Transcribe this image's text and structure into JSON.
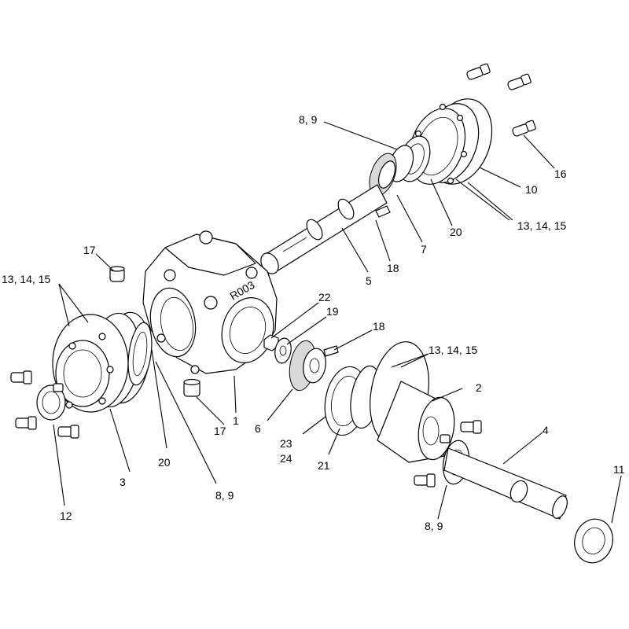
{
  "callouts": [
    {
      "id": "c-8-9-top",
      "text": "8, 9"
    },
    {
      "id": "c-16",
      "text": "16"
    },
    {
      "id": "c-10",
      "text": "10"
    },
    {
      "id": "c-13-14-15-top",
      "text": "13, 14, 15"
    },
    {
      "id": "c-20-top",
      "text": "20"
    },
    {
      "id": "c-7",
      "text": "7"
    },
    {
      "id": "c-18-top",
      "text": "18"
    },
    {
      "id": "c-5",
      "text": "5"
    },
    {
      "id": "c-17-top",
      "text": "17"
    },
    {
      "id": "c-13-14-15-left",
      "text": "13, 14, 15"
    },
    {
      "id": "c-22",
      "text": "22"
    },
    {
      "id": "c-19",
      "text": "19"
    },
    {
      "id": "c-18-mid",
      "text": "18"
    },
    {
      "id": "c-13-14-15-mid",
      "text": "13, 14, 15"
    },
    {
      "id": "c-2",
      "text": "2"
    },
    {
      "id": "c-4",
      "text": "4"
    },
    {
      "id": "c-11",
      "text": "11"
    },
    {
      "id": "c-1",
      "text": "1"
    },
    {
      "id": "c-17-bottom",
      "text": "17"
    },
    {
      "id": "c-6",
      "text": "6"
    },
    {
      "id": "c-23",
      "text": "23"
    },
    {
      "id": "c-24",
      "text": "24"
    },
    {
      "id": "c-21",
      "text": "21"
    },
    {
      "id": "c-20-bottom",
      "text": "20"
    },
    {
      "id": "c-3",
      "text": "3"
    },
    {
      "id": "c-8-9-left",
      "text": "8, 9"
    },
    {
      "id": "c-12",
      "text": "12"
    },
    {
      "id": "c-8-9-bottom",
      "text": "8, 9"
    }
  ],
  "housing_stamp": "R003"
}
